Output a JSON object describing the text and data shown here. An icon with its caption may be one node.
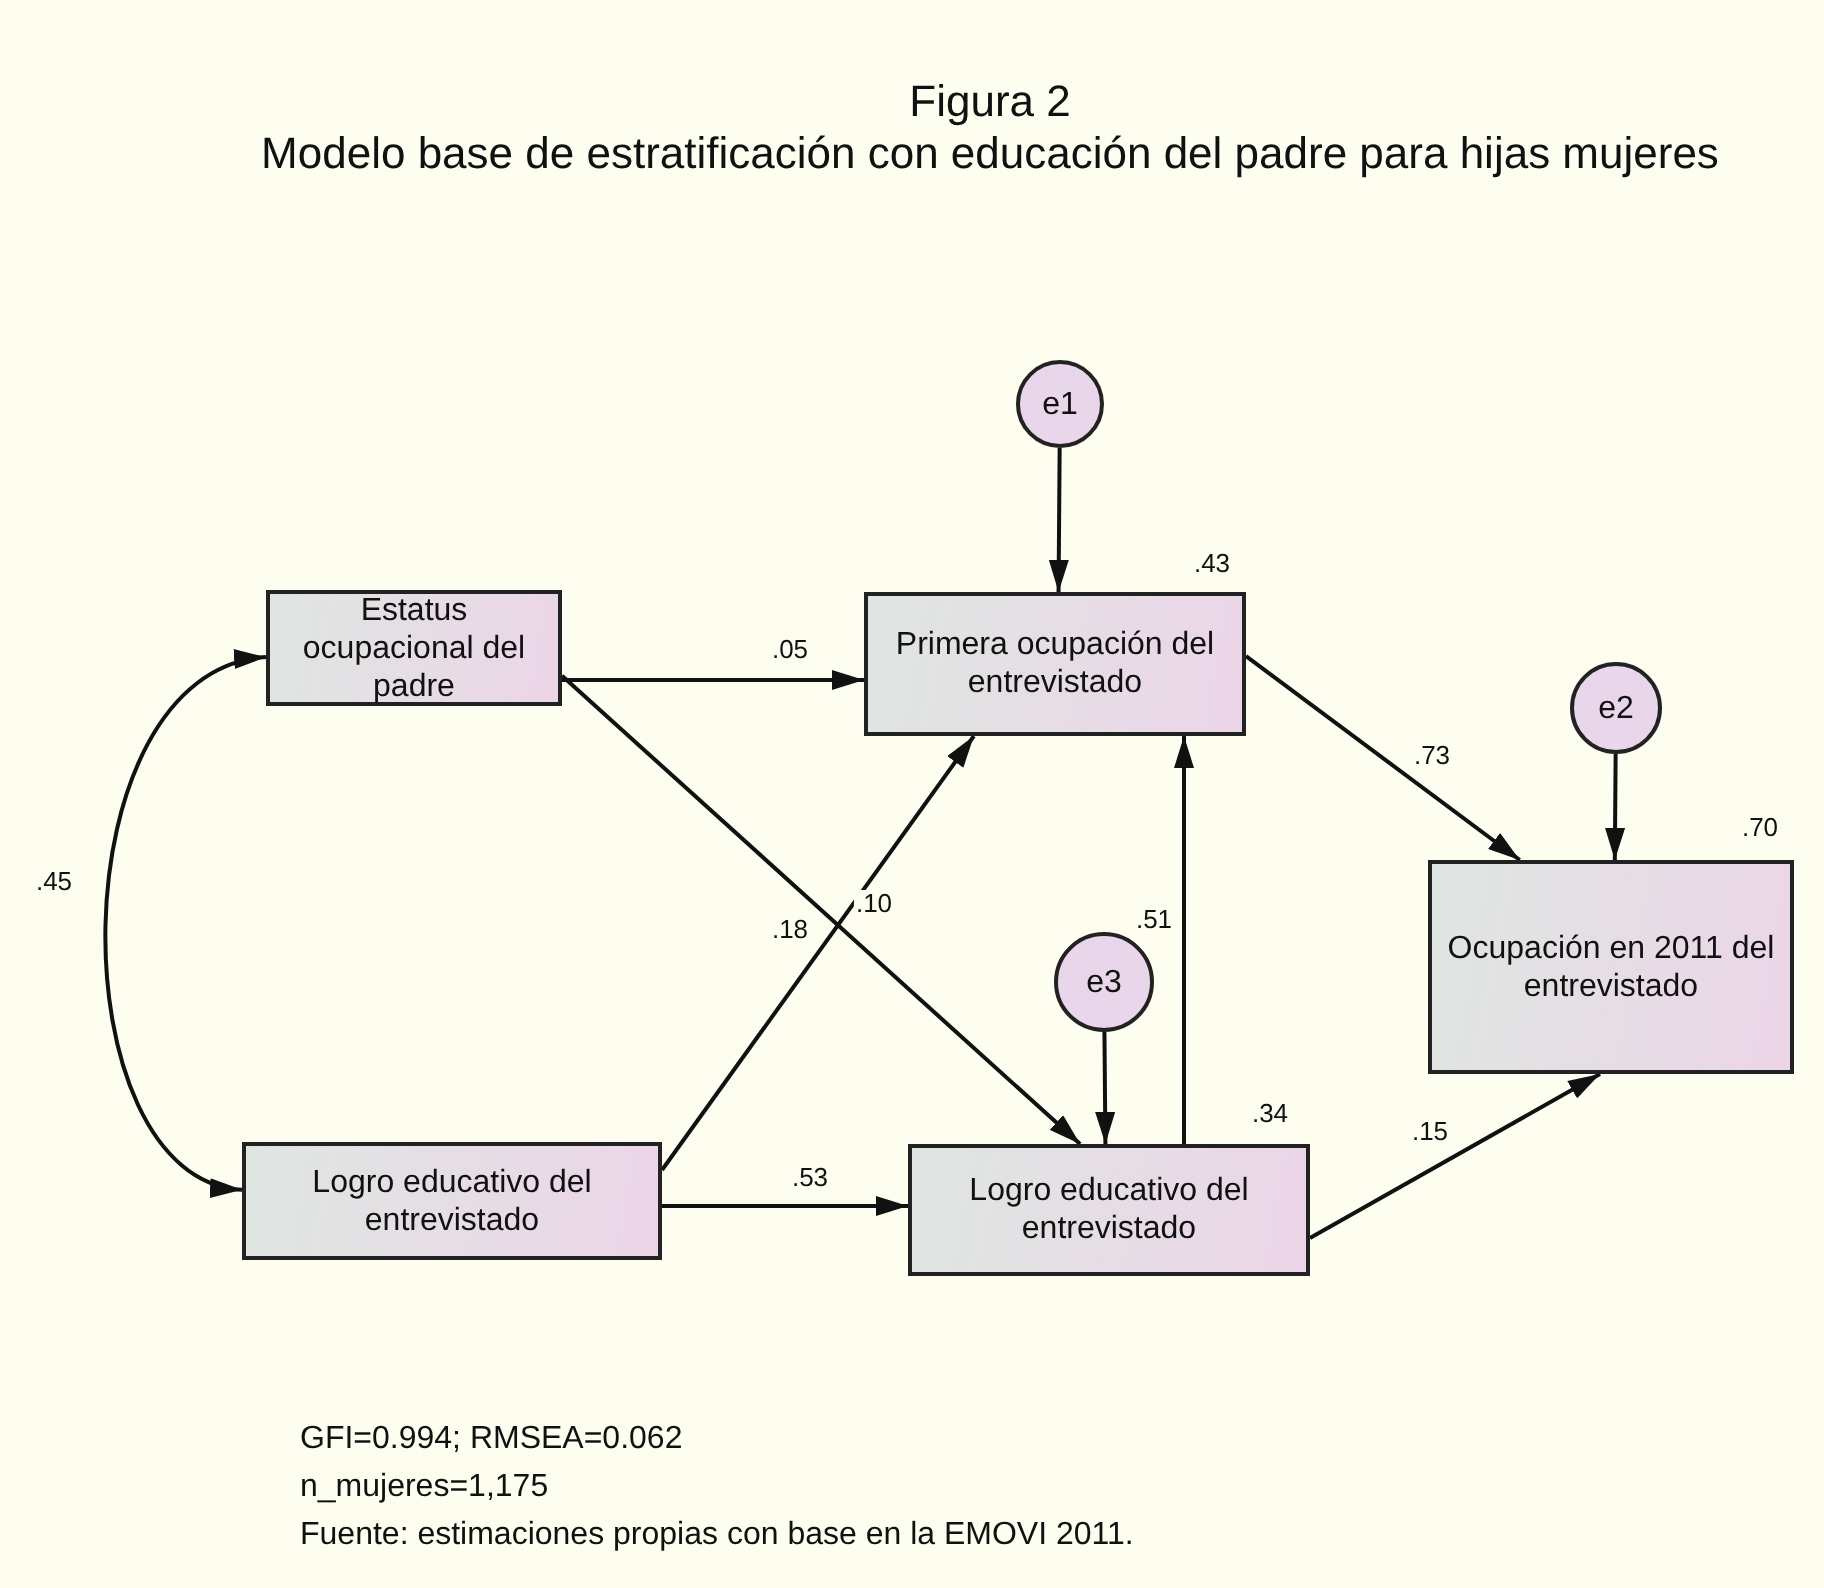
{
  "diagram": {
    "title": "Figura 2",
    "nodes": [
      {
        "text": [
          "Estatus ocupacional del padre"
        ]
      },
      {
        "text": [
          "Primera ocupación del entrevistado"
        ],
        "beside": [
          ".43"
        ]
      },
      {
        "text": [
          "e1"
        ]
      },
      {
        "text": [
          "e2"
        ]
      },
      {
        "text": [
          "Ocupación en 2011 del entrevistado"
        ],
        "beside": [
          ".70"
        ]
      },
      {
        "text": [
          "e3"
        ]
      },
      {
        "text": [
          "Logro educativo del entrevistado"
        ]
      },
      {
        "text": [
          "Logro educativo del entrevistado"
        ],
        "beside": [
          ".34"
        ]
      }
    ],
    "edges": [
      {
        "from": 0,
        "to": 1,
        "arrow": "to",
        "label": ".05"
      },
      {
        "from": 0,
        "to": 7,
        "arrow": "to",
        "label": ".10"
      },
      {
        "from": 6,
        "to": 1,
        "arrow": "to",
        "label": ".18"
      },
      {
        "from": 6,
        "to": 7,
        "arrow": "to",
        "label": ".53"
      },
      {
        "from": 7,
        "to": 1,
        "arrow": "to",
        "label": ".51"
      },
      {
        "from": 1,
        "to": 4,
        "arrow": "to",
        "label": ".73"
      },
      {
        "from": 7,
        "to": 4,
        "arrow": "to",
        "label": ".15"
      },
      {
        "from": 2,
        "to": 1,
        "arrow": "to"
      },
      {
        "from": 3,
        "to": 4,
        "arrow": "to"
      },
      {
        "from": 5,
        "to": 7,
        "arrow": "to"
      },
      {
        "from": 0,
        "to": 6,
        "arrow": "both",
        "label": ".45"
      }
    ],
    "labels": [
      "Modelo base de estratificación con educación del padre para hijas mujeres",
      "GFI=0.994; RMSEA=0.062",
      "n_mujeres=1,175",
      "Fuente: estimaciones propias con base en la EMOVI 2011."
    ]
  }
}
